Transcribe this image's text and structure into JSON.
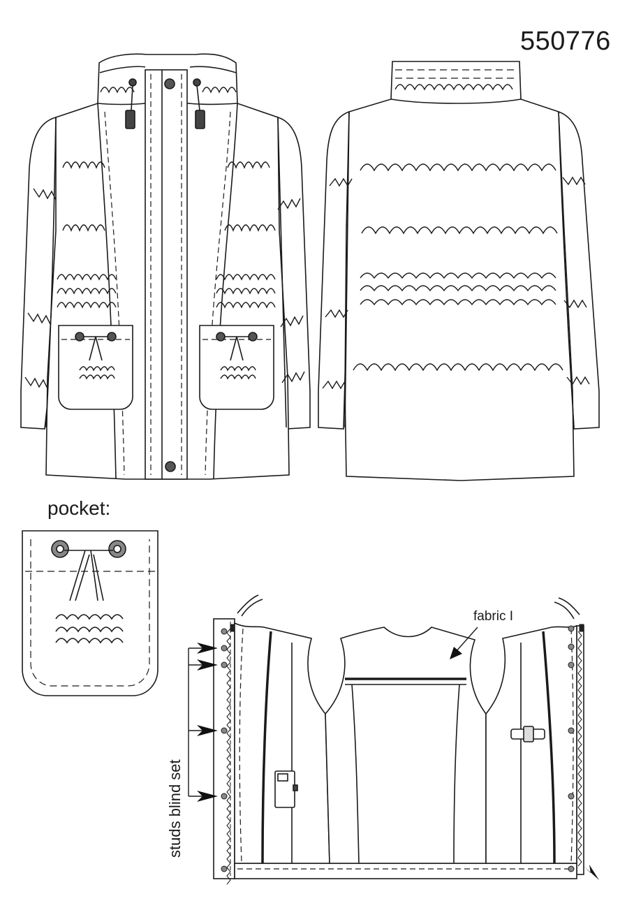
{
  "model_number": "550776",
  "pocket_title": "pocket:",
  "labels": {
    "fabric": "fabric I",
    "studs": "studs blind set"
  },
  "colors": {
    "line": "#1a1a1a",
    "fill": "#ffffff",
    "hardware": "#444444"
  }
}
